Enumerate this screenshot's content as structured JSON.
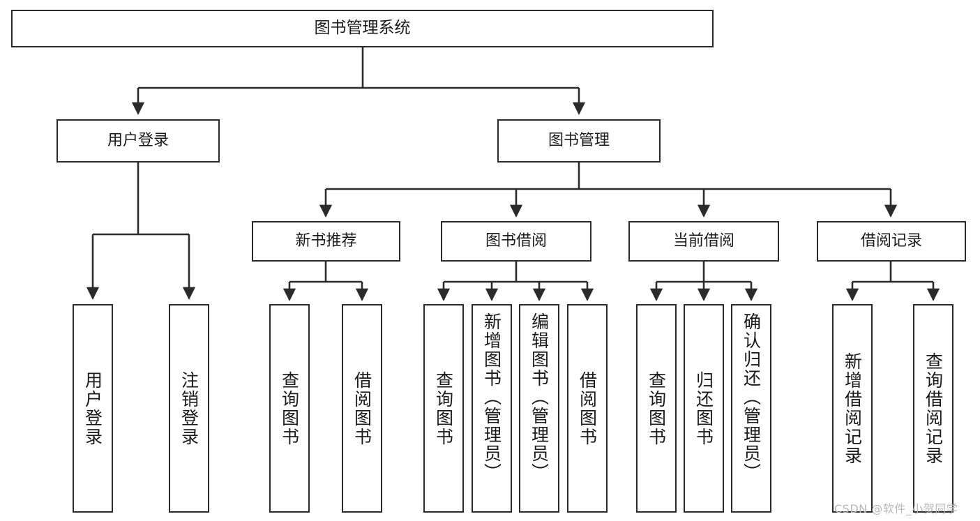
{
  "diagram": {
    "title": "图书管理系统",
    "type": "function-structure-tree",
    "orientation": "top-down",
    "root": {
      "id": "root",
      "label": "图书管理系统"
    },
    "level2": [
      {
        "id": "user-login",
        "label": "用户登录"
      },
      {
        "id": "book-manage",
        "label": "图书管理"
      }
    ],
    "level3": [
      {
        "id": "new-book-rec",
        "label": "新书推荐",
        "parent": "book-manage"
      },
      {
        "id": "book-borrow",
        "label": "图书借阅",
        "parent": "book-manage"
      },
      {
        "id": "current-borrow",
        "label": "当前借阅",
        "parent": "book-manage"
      },
      {
        "id": "borrow-record",
        "label": "借阅记录",
        "parent": "book-manage"
      }
    ],
    "leaves": {
      "user_login": [
        {
          "id": "leaf-user-login",
          "label": "用户登录"
        },
        {
          "id": "leaf-user-logout",
          "label": "注销登录"
        }
      ],
      "new_book_rec": [
        {
          "id": "leaf-query-book-1",
          "label": "查询图书"
        },
        {
          "id": "leaf-borrow-book-1",
          "label": "借阅图书"
        }
      ],
      "book_borrow": [
        {
          "id": "leaf-query-book-2",
          "label": "查询图书"
        },
        {
          "id": "leaf-add-book",
          "label": "新增图书（管理员）"
        },
        {
          "id": "leaf-edit-book",
          "label": "编辑图书（管理员）"
        },
        {
          "id": "leaf-borrow-book-2",
          "label": "借阅图书"
        }
      ],
      "current_borrow": [
        {
          "id": "leaf-query-book-3",
          "label": "查询图书"
        },
        {
          "id": "leaf-return-book",
          "label": "归还图书"
        },
        {
          "id": "leaf-confirm-return",
          "label": "确认归还（管理员）"
        }
      ],
      "borrow_record": [
        {
          "id": "leaf-add-record",
          "label": "新增借阅记录"
        },
        {
          "id": "leaf-query-record",
          "label": "查询借阅记录"
        }
      ]
    }
  },
  "watermark": {
    "text": "CSDN @软件_小贺同学"
  },
  "colors": {
    "background": "#ffffff",
    "node_fill": "#ffffff",
    "node_border": "#2b2b2b",
    "edge": "#2b2b2b",
    "text": "#1a1a1a",
    "watermark": "#b9b9b9"
  }
}
